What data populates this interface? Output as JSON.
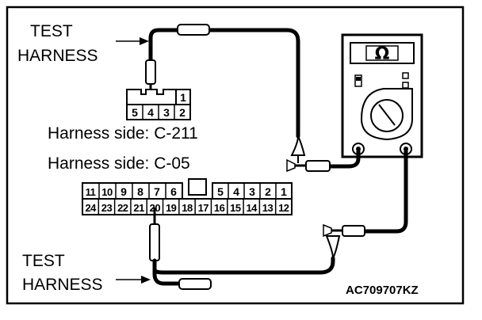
{
  "labels": {
    "test_harness_top": [
      "TEST",
      "HARNESS"
    ],
    "test_harness_bottom": [
      "TEST",
      "HARNESS"
    ],
    "harness_side_c211": "Harness side: C-211",
    "harness_side_c05": "Harness side: C-05",
    "figure_code": "AC709707KZ"
  },
  "meter": {
    "symbol": "Ω"
  },
  "connector_c211": {
    "top_row": [
      "1"
    ],
    "bottom_row": [
      "5",
      "4",
      "3",
      "2"
    ]
  },
  "connector_c05": {
    "top_left": [
      "11",
      "10",
      "9",
      "8",
      "7",
      "6"
    ],
    "top_right": [
      "5",
      "4",
      "3",
      "2",
      "1"
    ],
    "bottom_row": [
      "24",
      "23",
      "22",
      "21",
      "20",
      "19",
      "18",
      "17",
      "16",
      "15",
      "14",
      "13",
      "12"
    ]
  }
}
